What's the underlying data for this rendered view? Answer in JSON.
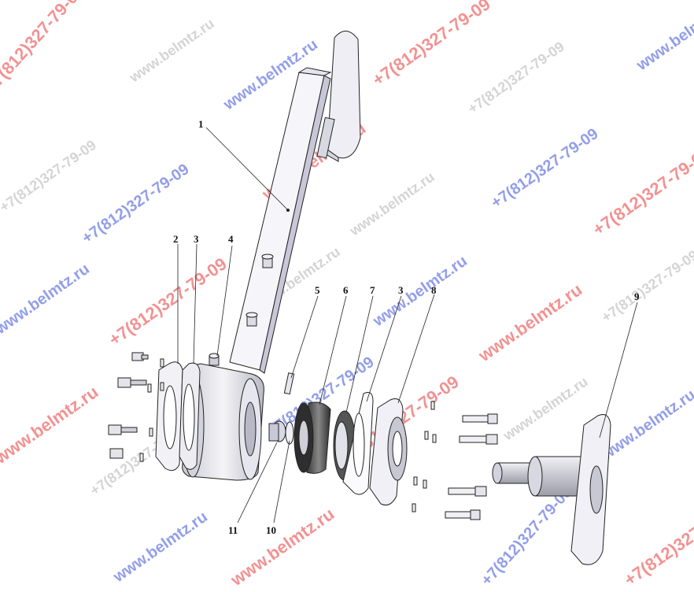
{
  "callouts": [
    {
      "id": "1",
      "label": "1"
    },
    {
      "id": "2",
      "label": "2"
    },
    {
      "id": "3a",
      "label": "3"
    },
    {
      "id": "4",
      "label": "4"
    },
    {
      "id": "5",
      "label": "5"
    },
    {
      "id": "6",
      "label": "6"
    },
    {
      "id": "7",
      "label": "7"
    },
    {
      "id": "3b",
      "label": "3"
    },
    {
      "id": "8",
      "label": "8"
    },
    {
      "id": "9",
      "label": "9"
    },
    {
      "id": "10",
      "label": "10"
    },
    {
      "id": "11",
      "label": "11"
    }
  ],
  "watermark": {
    "site": "www.belmtz.ru",
    "phone": "+7(812)327-79-09"
  },
  "colors": {
    "watermark_blue": "#3a4fd8",
    "watermark_red": "#e83a3a",
    "watermark_grey": "#b8b8b8",
    "line": "#222222"
  }
}
